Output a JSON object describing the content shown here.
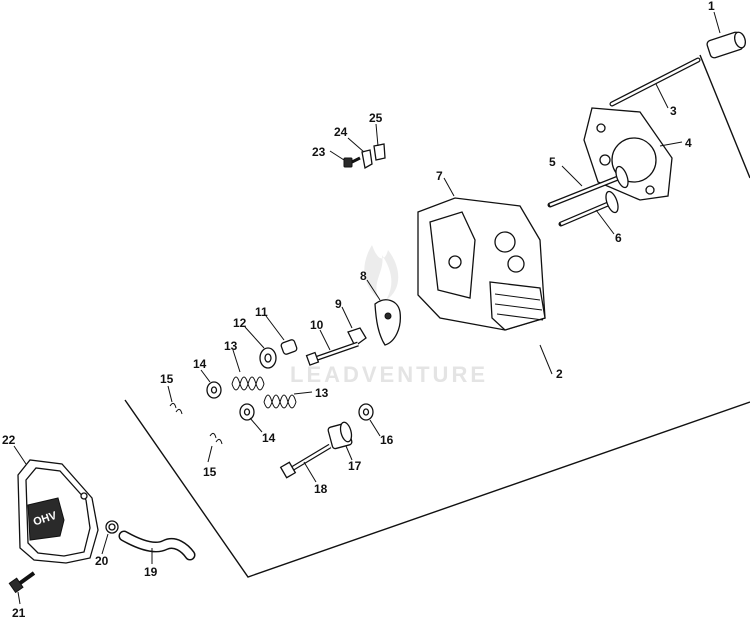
{
  "watermark": "LEADVENTURE",
  "badge_text": "OHV",
  "callouts": [
    "1",
    "2",
    "3",
    "4",
    "5",
    "6",
    "7",
    "8",
    "9",
    "10",
    "11",
    "12",
    "13",
    "13",
    "14",
    "14",
    "15",
    "15",
    "16",
    "17",
    "18",
    "19",
    "20",
    "21",
    "22",
    "23",
    "24",
    "25"
  ],
  "line_color": "#111111"
}
